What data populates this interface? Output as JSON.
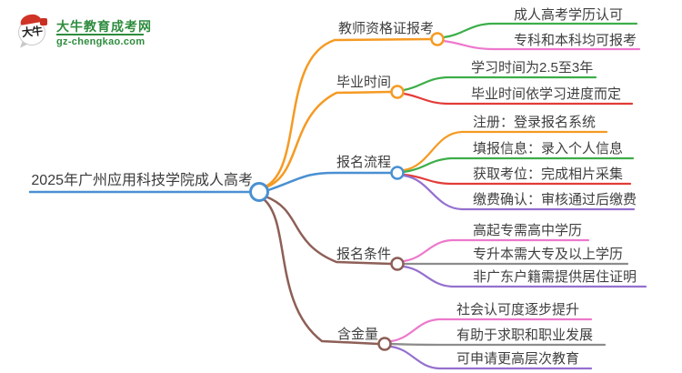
{
  "logo": {
    "icon_text": "大牛",
    "title": "大牛教育成考网",
    "domain": "gz-chengkao.com",
    "brand_green": "#2e8c3e",
    "seal_red": "#d03426"
  },
  "center": {
    "title": "2025年广州应用科技学院成人高考",
    "color": "#4a90d2"
  },
  "palette": {
    "orange": "#f59a23",
    "blue": "#4a90d2",
    "brown": "#8d5f57",
    "green": "#3cae49",
    "red": "#e23c38",
    "pink": "#ec79cc",
    "purple": "#9470ce",
    "gray": "#8c8c8c",
    "text": "#3f3f3f"
  },
  "branches": [
    {
      "label": "教师资格证报考",
      "color": "#f59a23",
      "children": [
        {
          "label": "成人高考学历认可",
          "color": "#3cae49"
        },
        {
          "label": "专科和本科均可报考",
          "color": "#ec79cc"
        }
      ]
    },
    {
      "label": "毕业时间",
      "color": "#f59a23",
      "children": [
        {
          "label": "学习时间为2.5至3年",
          "color": "#3cae49"
        },
        {
          "label": "毕业时间依学习进度而定",
          "color": "#e23c38"
        }
      ]
    },
    {
      "label": "报名流程",
      "color": "#4a90d2",
      "children": [
        {
          "label": "注册：登录报名系统",
          "color": "#f59a23"
        },
        {
          "label": "填报信息：录入个人信息",
          "color": "#3cae49"
        },
        {
          "label": "获取考位：完成相片采集",
          "color": "#e23c38"
        },
        {
          "label": "缴费确认：审核通过后缴费",
          "color": "#9470ce"
        }
      ]
    },
    {
      "label": "报名条件",
      "color": "#8d5f57",
      "children": [
        {
          "label": "高起专需高中学历",
          "color": "#ec79cc"
        },
        {
          "label": "专升本需大专及以上学历",
          "color": "#8c8c8c"
        },
        {
          "label": "非广东户籍需提供居住证明",
          "color": "#9470ce"
        }
      ]
    },
    {
      "label": "含金量",
      "color": "#8d5f57",
      "children": [
        {
          "label": "社会认可度逐步提升",
          "color": "#ec79cc"
        },
        {
          "label": "有助于求职和职业发展",
          "color": "#8c8c8c"
        },
        {
          "label": "可申请更高层次教育",
          "color": "#9470ce"
        }
      ]
    }
  ]
}
